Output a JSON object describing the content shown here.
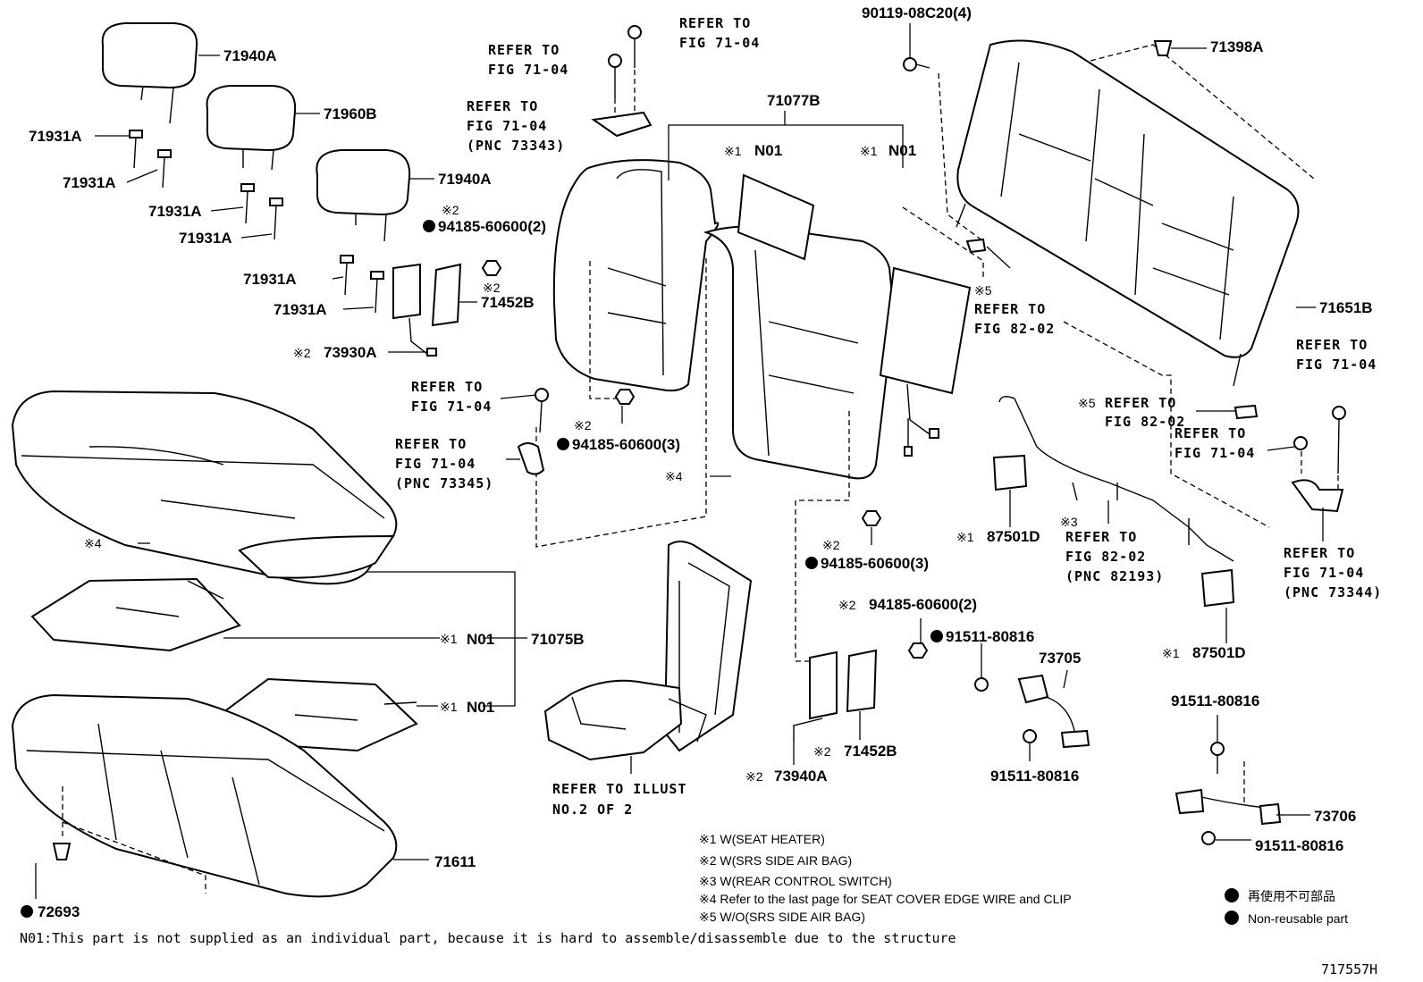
{
  "labels": {
    "p71940A_top": "71940A",
    "p71960B": "71960B",
    "p71940A_mid": "71940A",
    "p71931A_1": "71931A",
    "p71931A_2": "71931A",
    "p71931A_3": "71931A",
    "p71931A_4": "71931A",
    "p71931A_5": "71931A",
    "p71931A_6": "71931A",
    "p94185_a_mark": "※2",
    "p94185_a": "94185-60600(2)",
    "p71452B_mark": "※2",
    "p71452B": "71452B",
    "p73930A": "73930A",
    "p73930A_mark": "※2",
    "ref_top1_line1": "REFER TO",
    "ref_top1_line2": "FIG 71-04",
    "ref_top2_line1": "REFER TO",
    "ref_top2_line2": "FIG 71-04",
    "ref_73343_line1": "REFER TO",
    "ref_73343_line2": "FIG 71-04",
    "ref_73343_line3": "(PNC 73343)",
    "p71077B": "71077B",
    "n01_a_mark": "※1",
    "n01_a": "N01",
    "n01_b_mark": "※1",
    "n01_b": "N01",
    "p90119": "90119-08C20(4)",
    "p71398A": "71398A",
    "ref_82_02_a_mark": "※5",
    "ref_82_02_a_line1": "REFER TO",
    "ref_82_02_a_line2": "FIG 82-02",
    "p71651B": "71651B",
    "ref_right1_line1": "REFER TO",
    "ref_right1_line2": "FIG 71-04",
    "ref_left_a_line1": "REFER TO",
    "ref_left_a_line2": "FIG 71-04",
    "p94185_b_mark": "※2",
    "p94185_b": "94185-60600(3)",
    "ref_73345_line1": "REFER TO",
    "ref_73345_line2": "FIG 71-04",
    "ref_73345_line3": "(PNC 73345)",
    "clip_mark_a": "※4",
    "clip_mark_b": "※4",
    "ref_82_02_b_mark": "※5",
    "ref_82_02_b_line1": "REFER TO",
    "ref_82_02_b_line2": "FIG 82-02",
    "ref_right2_line1": "REFER TO",
    "ref_right2_line2": "FIG 71-04",
    "p87501D_a_mark": "※1",
    "p87501D_a": "87501D",
    "ref_82193_mark": "※3",
    "ref_82193_line1": "REFER TO",
    "ref_82193_line2": "FIG 82-02",
    "ref_82193_line3": "(PNC 82193)",
    "ref_73344_line1": "REFER TO",
    "ref_73344_line2": "FIG 71-04",
    "ref_73344_line3": "(PNC 73344)",
    "p94185_c_mark": "※2",
    "p94185_c": "94185-60600(3)",
    "p94185_d_mark": "※2",
    "p94185_d": "94185-60600(2)",
    "p91511_a": "91511-80816",
    "p73705": "73705",
    "p87501D_b_mark": "※1",
    "p87501D_b": "87501D",
    "p91511_b": "91511-80816",
    "p91511_c": "91511-80816",
    "p71452B_b_mark": "※2",
    "p71452B_b": "71452B",
    "p73940A_mark": "※2",
    "p73940A": "73940A",
    "p73706": "73706",
    "p91511_d": "91511-80816",
    "n01_c_mark": "※1",
    "n01_c": "N01",
    "p71075B": "71075B",
    "n01_d_mark": "※1",
    "n01_d": "N01",
    "p71611": "71611",
    "p72693": "72693",
    "illust_line1": "REFER TO ILLUST",
    "illust_line2": "NO.2 OF 2"
  },
  "legend": {
    "note1": "※1 W(SEAT HEATER)",
    "note2": "※2 W(SRS SIDE AIR BAG)",
    "note3": "※3 W(REAR CONTROL SWITCH)",
    "note4": "※4 Refer to the last page for SEAT COVER EDGE WIRE and CLIP",
    "note5": "※5 W/O(SRS SIDE AIR BAG)",
    "nonreuse_jp": "再使用不可部品",
    "nonreuse_en": "Non-reusable part"
  },
  "footer": {
    "n01_note": "N01:This part is not supplied as an individual part, because it is hard to assemble/disassemble due to the structure",
    "figure_code": "717557H"
  }
}
